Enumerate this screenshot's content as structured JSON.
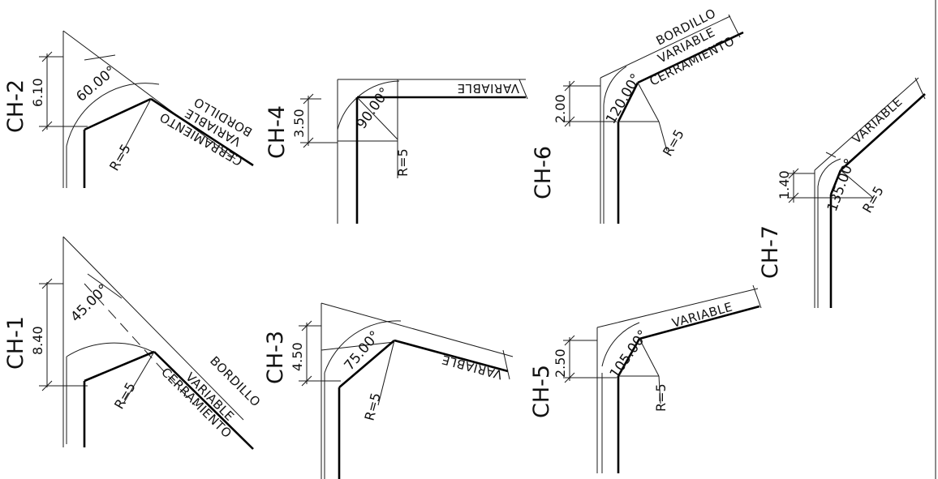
{
  "details": [
    {
      "name": "CH-1",
      "dim": "8.40",
      "angle": "45.00°",
      "radius": "R=5",
      "layers": [
        "BORDILLO",
        "VARIABLE",
        "CERRAMIENTO"
      ]
    },
    {
      "name": "CH-2",
      "dim": "6.10",
      "angle": "60.00°",
      "radius": "R=5",
      "layers": [
        "BORDILLO",
        "VARIABLE",
        "CERRAMIENTO"
      ]
    },
    {
      "name": "CH-3",
      "dim": "4.50",
      "angle": "75.00°",
      "radius": "R=5",
      "layers": [
        "VARIABLE"
      ]
    },
    {
      "name": "CH-4",
      "dim": "3.50",
      "angle": "90.00°",
      "radius": "R=5",
      "layers": [
        "VARIABLE"
      ]
    },
    {
      "name": "CH-5",
      "dim": "2.50",
      "angle": "105.00°",
      "radius": "R=5",
      "layers": [
        "VARIABLE"
      ]
    },
    {
      "name": "CH-6",
      "dim": "2.00",
      "angle": "120.00°",
      "radius": "R=5",
      "layers": [
        "BORDILLO",
        "VARIABLE",
        "CERRAMIENTO"
      ]
    },
    {
      "name": "CH-7",
      "dim": "1.40",
      "angle": "135.00°",
      "radius": "R=5",
      "layers": [
        "VARIABLE"
      ]
    }
  ]
}
